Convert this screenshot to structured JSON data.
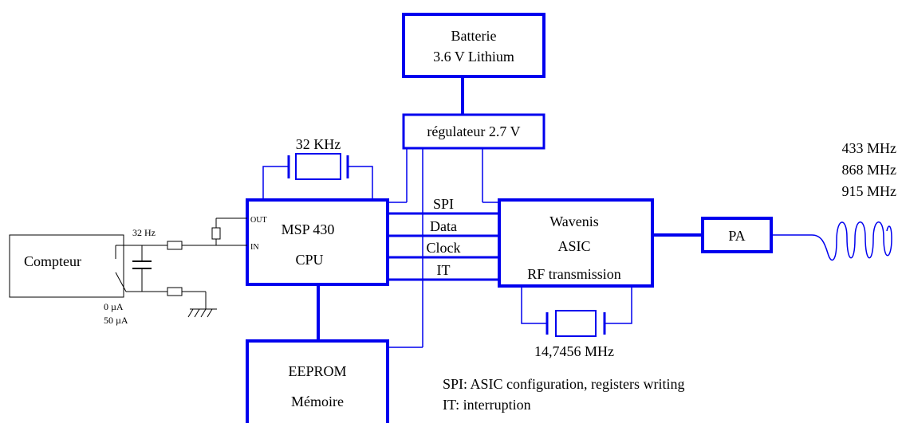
{
  "colors": {
    "line": "#0000ee",
    "text": "#000000",
    "background": "#ffffff"
  },
  "battery": {
    "line1": "Batterie",
    "line2": "3.6 V Lithium"
  },
  "regulator": {
    "label": "régulateur 2.7 V"
  },
  "crystal_cpu": {
    "label": "32 KHz"
  },
  "cpu": {
    "line1": "MSP 430",
    "line2": "CPU",
    "pin_out": "OUT",
    "pin_in": "IN"
  },
  "bus": {
    "spi": "SPI",
    "data": "Data",
    "clock": "Clock",
    "it": "IT"
  },
  "asic": {
    "line1": "Wavenis",
    "line2": "ASIC",
    "line3": "RF transmission"
  },
  "crystal_asic": {
    "label": "14,7456 MHz"
  },
  "pa": {
    "label": "PA"
  },
  "frequencies": [
    "433 MHz",
    "868 MHz",
    "915 MHz"
  ],
  "meter": {
    "label": "Compteur",
    "freq": "32 Hz",
    "current1": "0 µA",
    "current2": "50 µA"
  },
  "eeprom": {
    "line1": "EEPROM",
    "line2": "Mémoire"
  },
  "notes": {
    "spi_note": "SPI: ASIC configuration, registers writing",
    "it_note": "IT: interruption"
  }
}
